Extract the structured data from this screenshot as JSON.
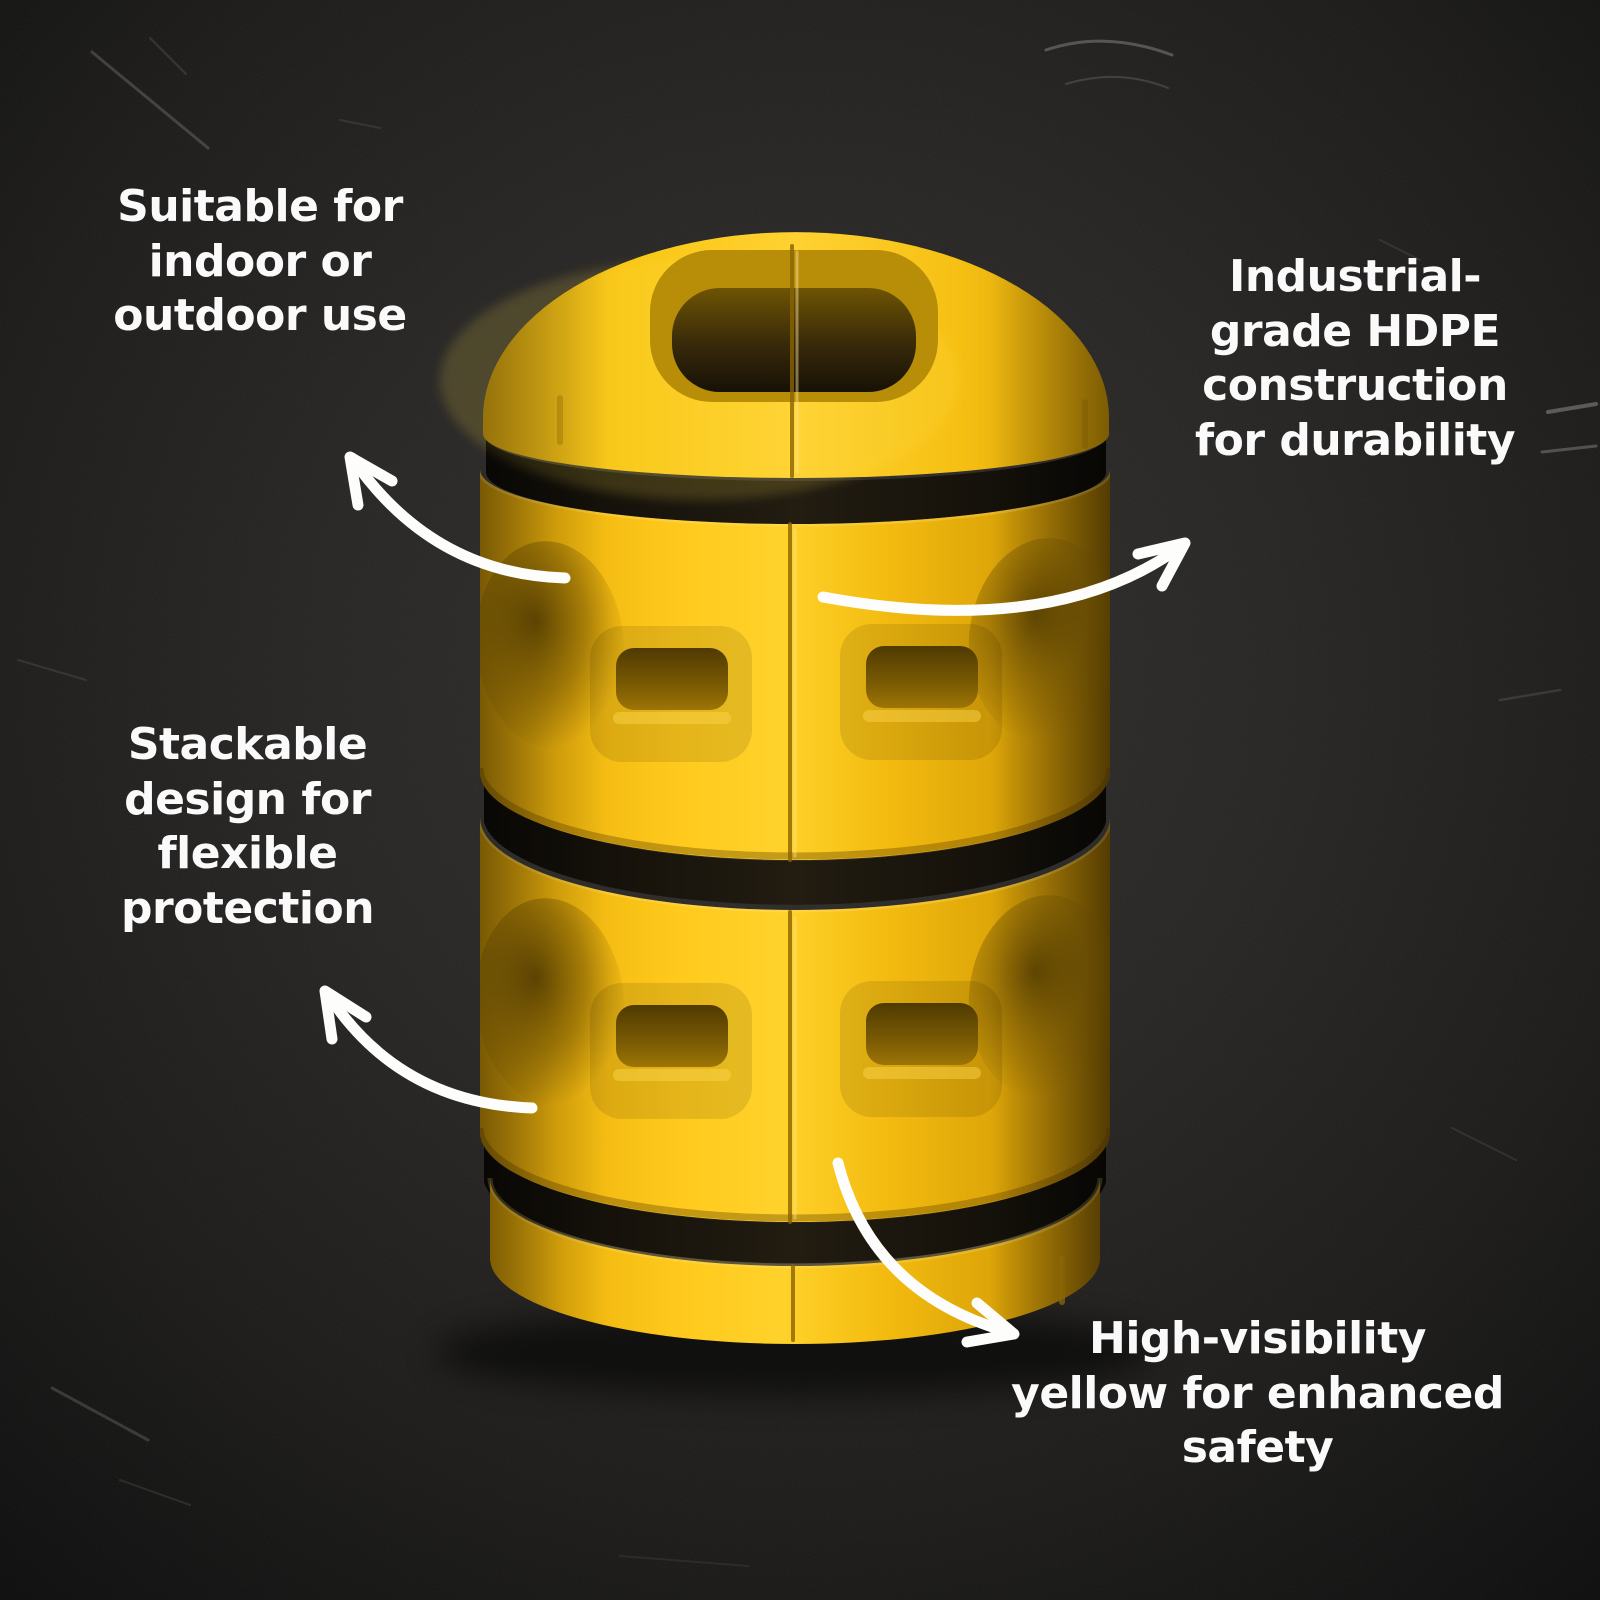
{
  "callouts": {
    "top_left": {
      "lines": [
        "Suitable for",
        "indoor or",
        "outdoor use"
      ]
    },
    "top_right": {
      "lines": [
        "Industrial-",
        "grade HDPE",
        "construction",
        "for durability"
      ]
    },
    "mid_left": {
      "lines": [
        "Stackable",
        "design for",
        "flexible",
        "protection"
      ]
    },
    "bottom_right": {
      "lines": [
        "High-visibility",
        "yellow for enhanced",
        "safety"
      ]
    }
  },
  "colors": {
    "product_yellow": "#f2ba0e",
    "product_yellow_bright": "#ffcd22",
    "product_yellow_shadow": "#9a7205",
    "gap_black": "#17130c",
    "background_dark": "#1b1a19",
    "text_white": "#fafafa",
    "arrow_white": "#fdfdfb"
  }
}
